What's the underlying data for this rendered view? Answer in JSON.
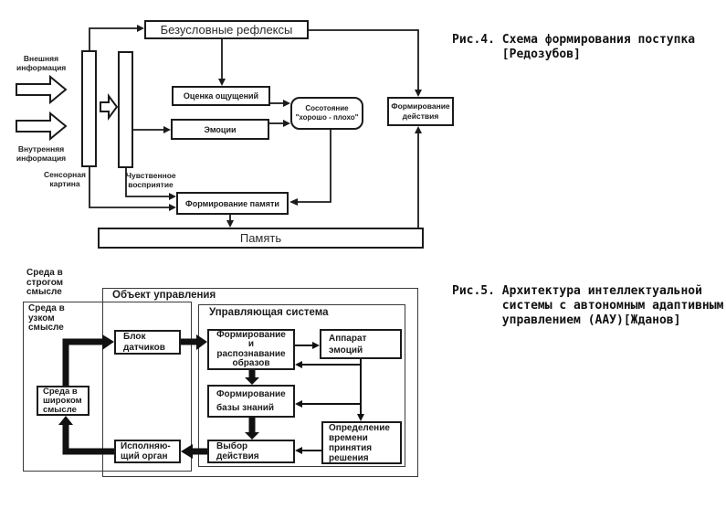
{
  "colors": {
    "ink": "#1b1b1b",
    "background": "#ffffff"
  },
  "figure4": {
    "caption": "Рис.4. Схема формирования поступка\n       [Редозубов]",
    "boxes": {
      "unconditional_reflexes": "Безусловные рефлексы",
      "sensation_evaluation": "Оценка ощущений",
      "emotions": "Эмоции",
      "state_good_bad": "Сосотояние\n\"хорошо - плохо\"",
      "action_formation": "Формирование\nдействия",
      "memory_formation": "Формирование памяти",
      "memory": "Память"
    },
    "labels": {
      "external_information": "Внешняя\nинформация",
      "internal_information": "Внутренняя\nинформация",
      "sensory_picture": "Сенсорная\nкартина",
      "sensory_perception": "Чувственное\nвосприятие"
    }
  },
  "figure5": {
    "caption": "Рис.5. Архитектура интеллектуальной\n       системы с автономным адаптивным\n       управлением (ААУ)[Жданов]",
    "containers": {
      "environment_strict": "Среда в\nстрогом\nсмысле",
      "environment_narrow": "Среда в\nузком\nсмысле",
      "control_object": "Объект управления",
      "control_system": "Управляющая система"
    },
    "boxes": {
      "sensor_block": "Блок\nдатчиков",
      "image_formation_recognition": "Формирование\nи\nраспознавание\nобразов",
      "emotion_apparatus": "Аппарат\nэмоций",
      "knowledge_base_formation": "Формирование\nбазы знаний",
      "environment_wide": "Среда в\nшироком\nсмысле",
      "decision_time_determination": "Определение\nвремени\nпринятия\nрешения",
      "action_selection": "Выбор\nдействия",
      "executive_organ": "Исполняю-\nщий орган"
    }
  }
}
